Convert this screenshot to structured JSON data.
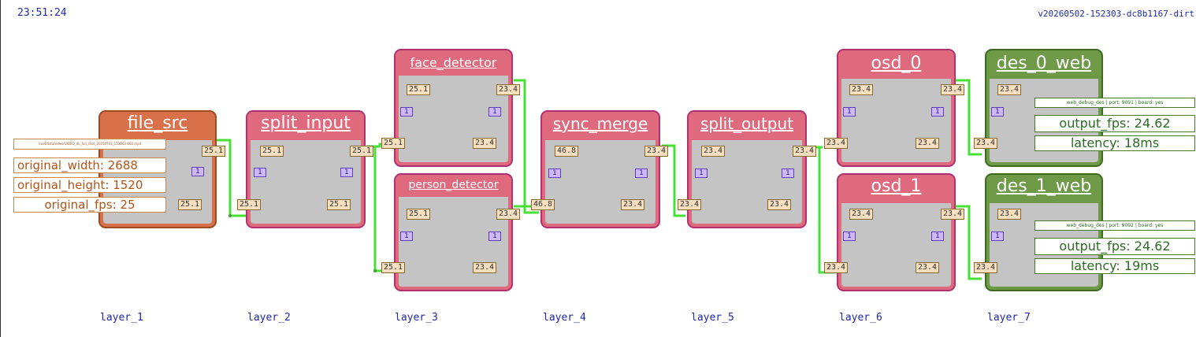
{
  "header": {
    "time": "23:51:24",
    "version": "v20260502-152303-dc8b1167-dirt"
  },
  "layers": [
    "layer_1",
    "layer_2",
    "layer_3",
    "layer_4",
    "layer_5",
    "layer_6",
    "layer_7"
  ],
  "colors": {
    "src": "#d8704a",
    "proc": "#df6a7e",
    "des": "#6e9a48",
    "body": "#c4c4c4",
    "edge": "#47e036"
  },
  "nodes": {
    "file_src": {
      "title": "file_src",
      "out": "25.1",
      "port": "25.1",
      "queue": "1"
    },
    "split_input": {
      "title": "split_input",
      "in": "25.1",
      "out": "25.1",
      "inner_left": "25.1",
      "inner_right": "25.1",
      "queue_left": "1",
      "queue_right": "1"
    },
    "face_detector": {
      "title": "face_detector",
      "in": "25.1",
      "out": "23.4",
      "inner_top": "25.1",
      "inner_right": "23.4",
      "queue_left": "1",
      "queue_right": "1"
    },
    "person_detector": {
      "title": "person_detector",
      "in": "25.1",
      "out": "23.4",
      "inner_top": "25.1",
      "inner_right": "23.4",
      "queue_left": "1",
      "queue_right": "1"
    },
    "sync_merge": {
      "title": "sync_merge",
      "in": "46.8",
      "out": "23.4",
      "inner_top": "46.8",
      "inner_right": "23.4",
      "queue_left": "1",
      "queue_right": "1"
    },
    "split_output": {
      "title": "split_output",
      "in": "23.4",
      "out": "23.4",
      "inner_top": "23.4",
      "inner_right": "23.4",
      "queue_left": "1",
      "queue_right": "1"
    },
    "osd_0": {
      "title": "osd_0",
      "in": "23.4",
      "out": "23.4",
      "inner_top": "23.4",
      "inner_right": "23.4",
      "queue_left": "1",
      "queue_right": "1"
    },
    "osd_1": {
      "title": "osd_1",
      "in": "23.4",
      "out": "23.4",
      "inner_top": "23.4",
      "inner_right": "23.4",
      "queue_left": "1",
      "queue_right": "1"
    },
    "des_0_web": {
      "title": "des_0_web",
      "in": "23.4",
      "inner_top": "23.4",
      "queue": "1"
    },
    "des_1_web": {
      "title": "des_1_web",
      "in": "23.4",
      "inner_top": "23.4",
      "queue": "1"
    }
  },
  "src_info": {
    "path": "/root/data/video/VIDEO_4k_fall_shot_20250703_153003-000.mp4",
    "width": "original_width: 2688",
    "height": "original_height: 1520",
    "fps": "original_fps: 25"
  },
  "des0_info": {
    "meta": "web_debug_des | port: 9091 | board: yes",
    "fps": "output_fps: 24.62",
    "latency": "latency: 18ms"
  },
  "des1_info": {
    "meta": "web_debug_des | port: 9092 | board: yes",
    "fps": "output_fps: 24.62",
    "latency": "latency: 19ms"
  }
}
